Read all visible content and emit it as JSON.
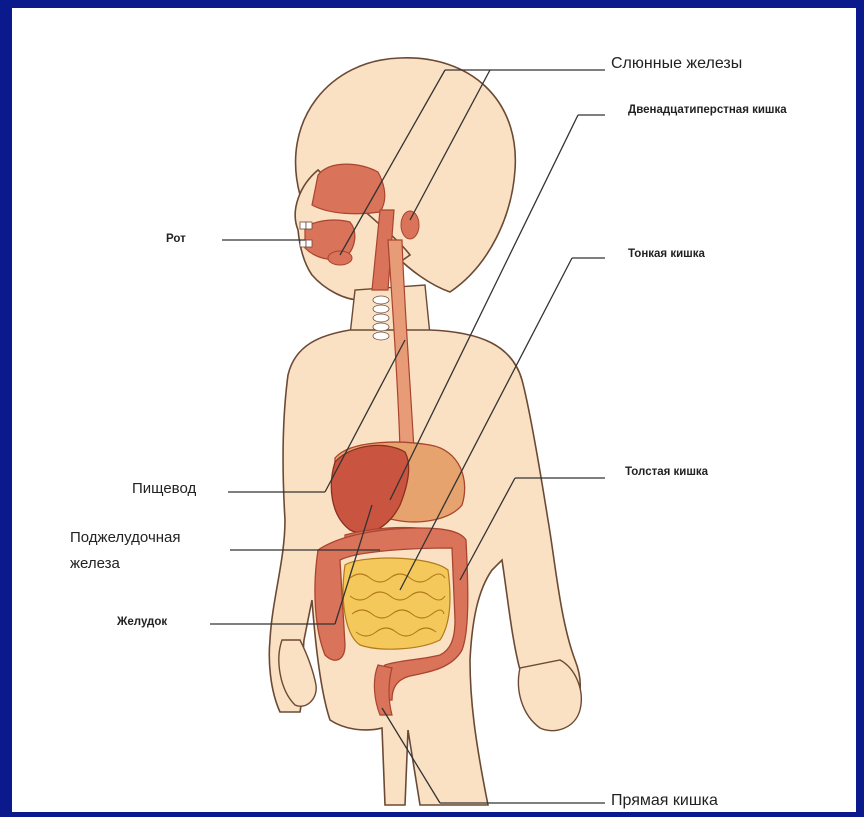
{
  "colors": {
    "frame": "#0a1a8c",
    "skin": "#fbe1c4",
    "skin_outline": "#6b4a35",
    "organ": "#d9735a",
    "organ_dark": "#a9442f",
    "stomach": "#c95440",
    "liver": "#e7a36d",
    "small_intestine": "#f4c85b",
    "leader": "#333333"
  },
  "labels": {
    "salivary": "Слюнные железы",
    "duodenum": "Двенадцатиперстная кишка",
    "mouth": "Рот",
    "small_intestine": "Тонкая кишка",
    "esophagus": "Пищевод",
    "large_intestine": "Толстая кишка",
    "pancreas_1": "Поджелудочная",
    "pancreas_2": "железа",
    "stomach": "Желудок",
    "rectum": "Прямая кишка"
  }
}
